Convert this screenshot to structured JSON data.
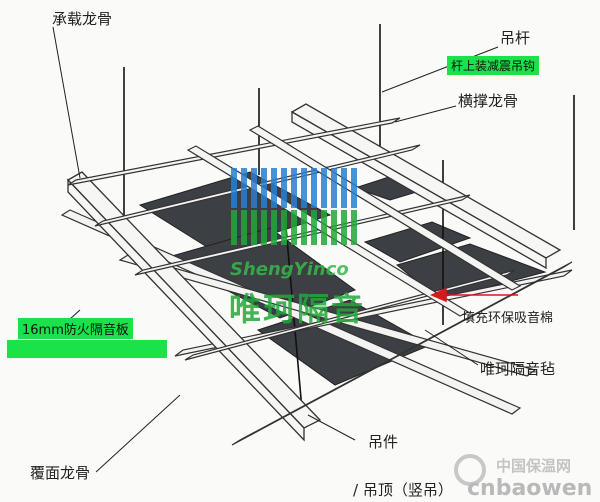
{
  "labels": {
    "main_keel": "承载龙骨",
    "hanger_rod": "吊杆",
    "rod_note": "杆上装减震吊钩",
    "cross_keel": "横撑龙骨",
    "fill": "填充环保吸音棉",
    "felt": "唯珂隔音毡",
    "board": "16mm防火隔音板",
    "hanger_part": "吊件",
    "cover_keel": "覆面龙骨",
    "caption": "/ 吊顶（竖吊）"
  },
  "logo": {
    "en": "ShengYinco",
    "cn": "唯珂隔音"
  },
  "watermark": {
    "cn": "中国保温网",
    "en": "cnbaowen"
  },
  "colors": {
    "note_bg": "#19e24a",
    "arrow": "#d41a1a",
    "logo_green": "#22a83a",
    "logo_blue": "#2a7fd1"
  }
}
